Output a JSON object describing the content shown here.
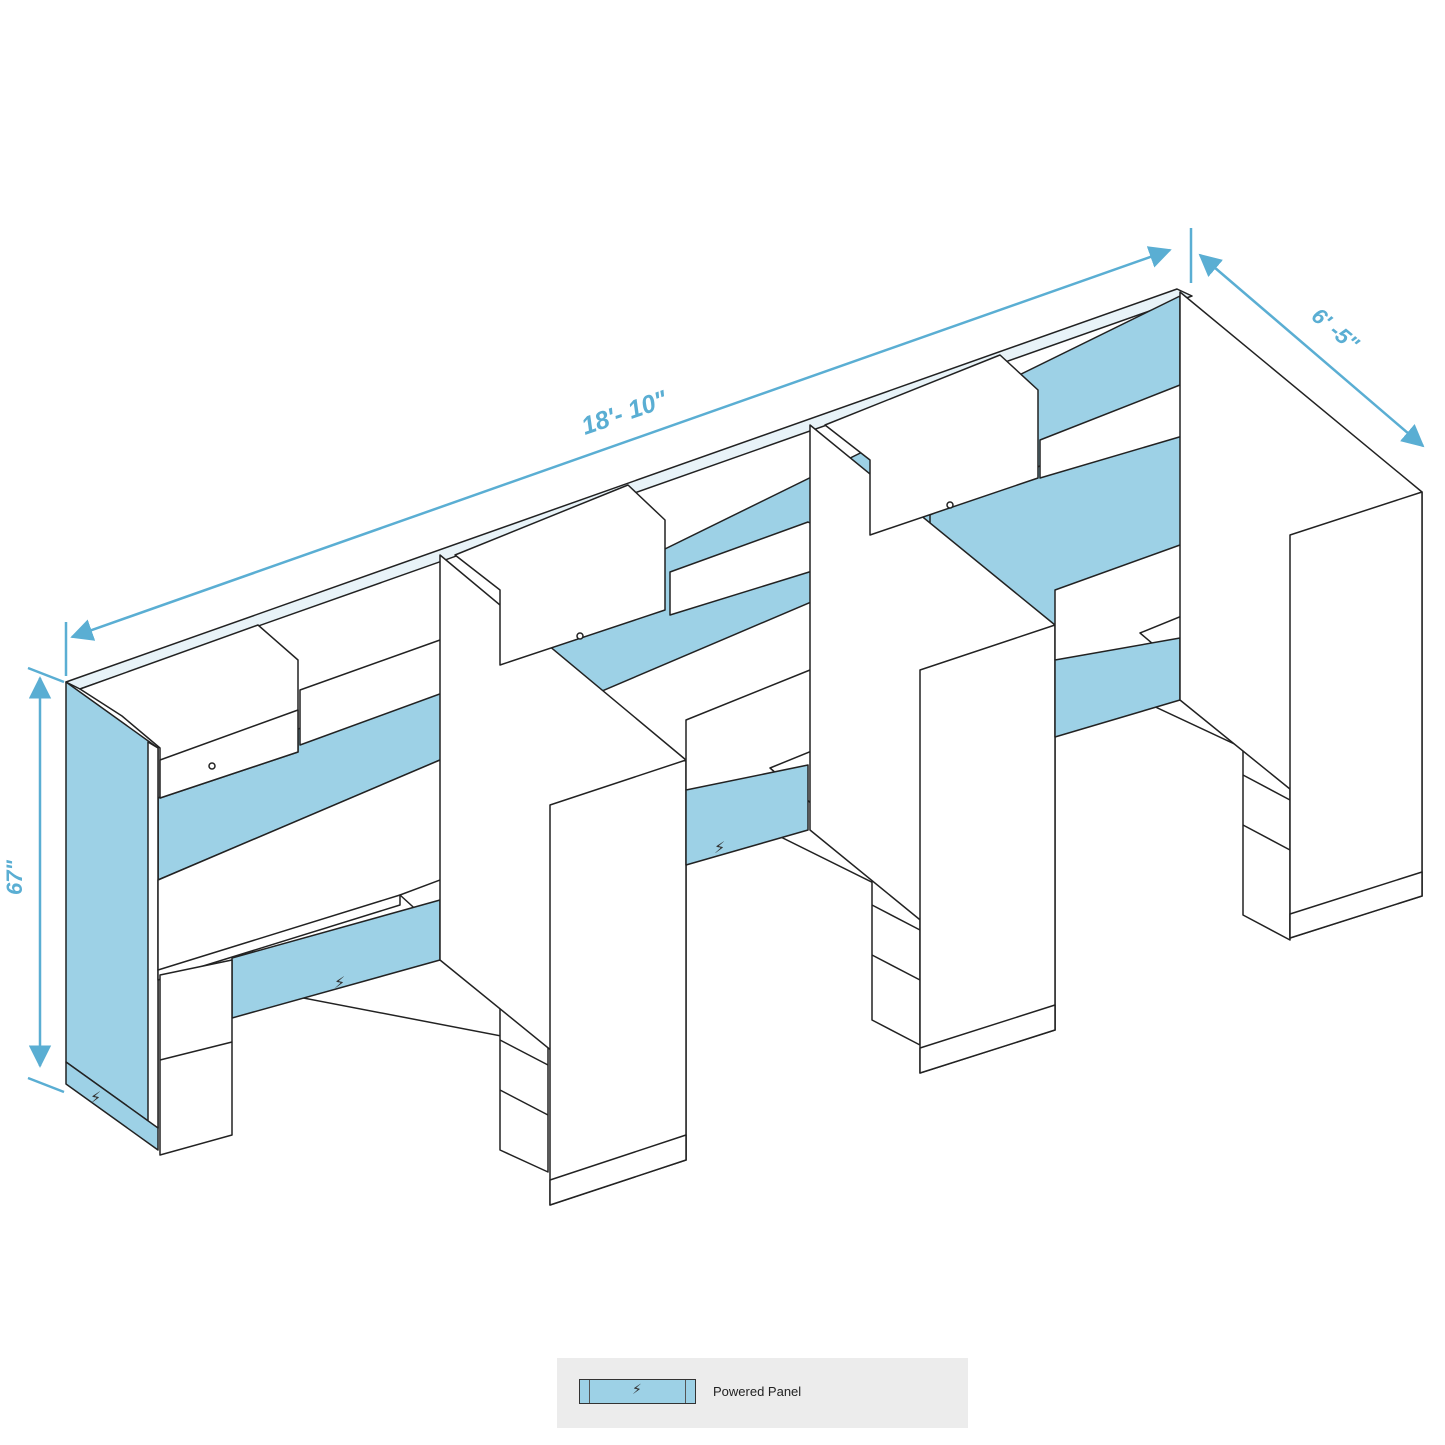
{
  "dimensions": {
    "length": "18'- 10\"",
    "depth": "6' -5\"",
    "height": "67\""
  },
  "legend": {
    "label": "Powered Panel",
    "swatch_color": "#9dd1e6",
    "icon": "lightning-bolt-icon"
  },
  "colors": {
    "panel_fill": "#9dd1e6",
    "dimension_line": "#5aaed3",
    "outline": "#222222",
    "furniture_fill": "#ffffff"
  }
}
